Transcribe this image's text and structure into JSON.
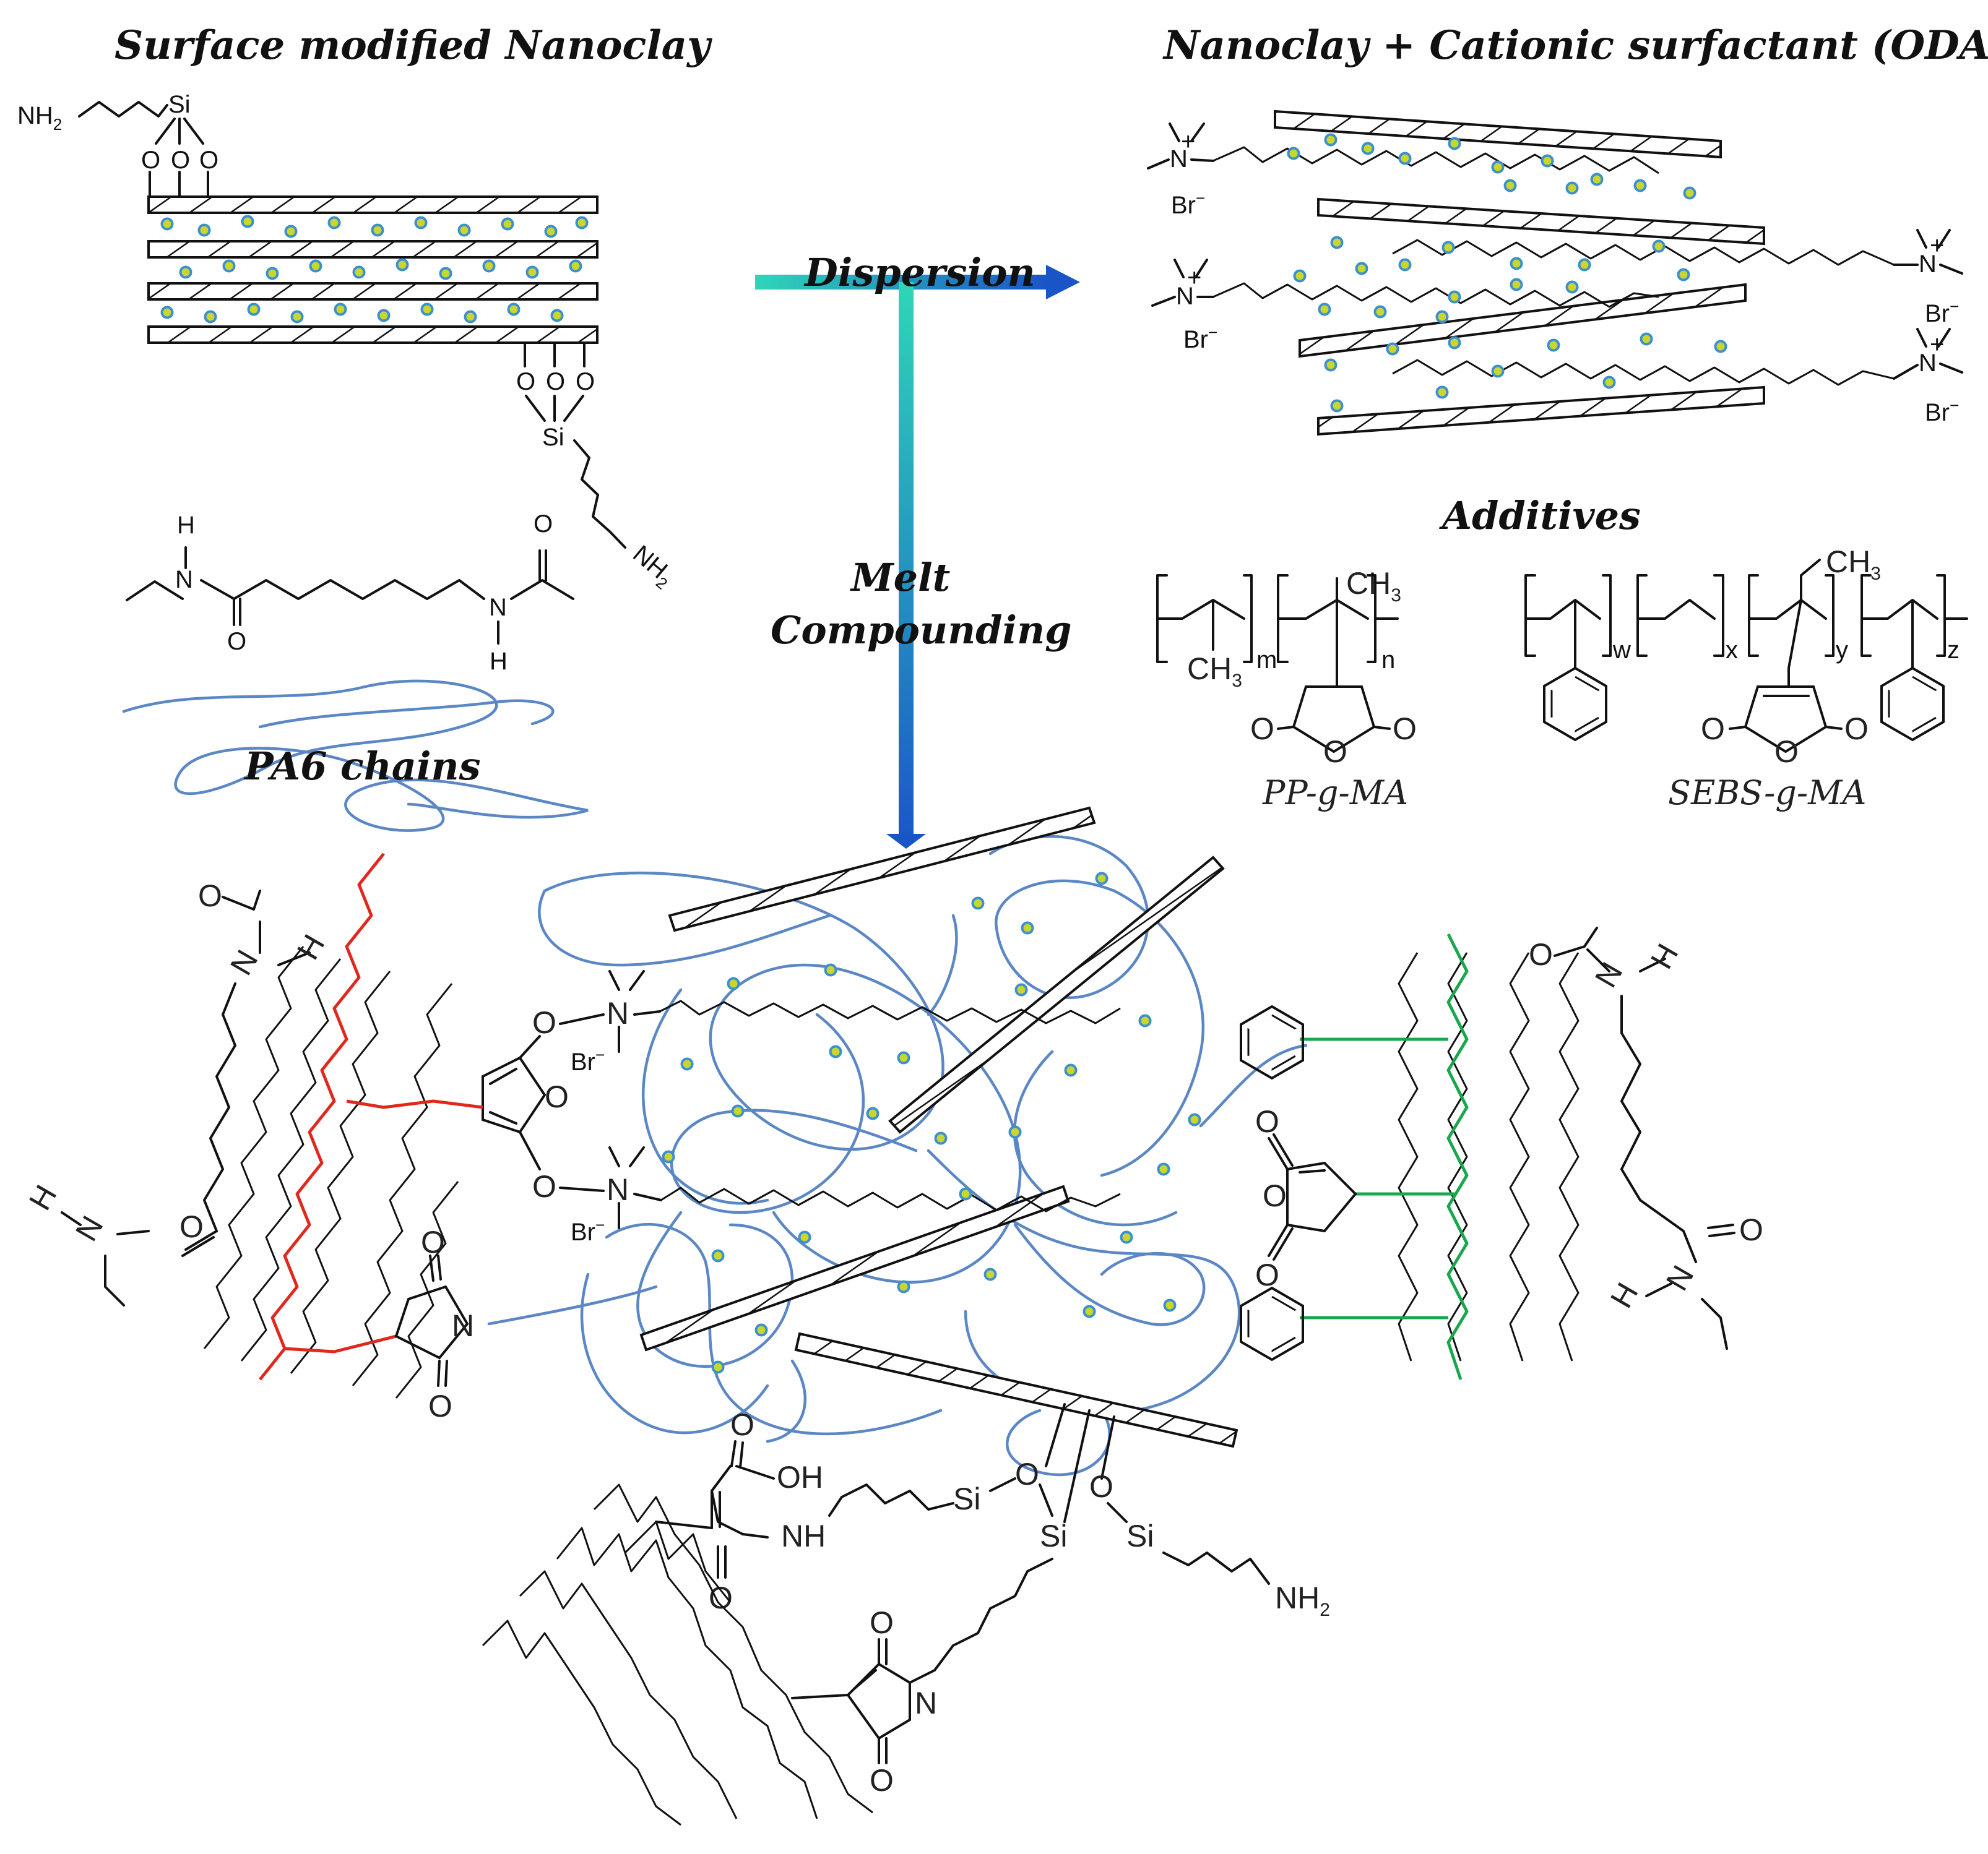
{
  "titles": {
    "surface_modified": "Surface modified Nanoclay",
    "cationic": "Nanoclay + Cationic surfactant (ODAB)",
    "additives": "Additives"
  },
  "process": {
    "dispersion": "Dispersion",
    "melt_line1": "Melt",
    "melt_line2": "Compounding"
  },
  "labels": {
    "pa6_chains": "PA6 chains",
    "pp_g_ma": "PP-g-MA",
    "sebs_g_ma": "SEBS-g-MA"
  },
  "atoms": {
    "si": "Si",
    "o": "O",
    "nh2": "NH",
    "sub2": "2",
    "n": "N",
    "h": "H",
    "br": "Br",
    "minus": "−",
    "plus": "+",
    "oh": "OH",
    "nh": "NH",
    "ch3": "CH",
    "sub3": "3",
    "m": "m",
    "n_sub": "n",
    "w": "w",
    "x": "x",
    "y": "y",
    "z": "z"
  },
  "colors": {
    "pa6_chain": "#5b87c5",
    "pp_chain": "#e0281d",
    "sebs_chain": "#1aa64c",
    "dot_fill": "#c8d62e",
    "dot_stroke": "#3c8fd0",
    "arrow_start": "#2fd6b8",
    "arrow_end": "#1a55c8"
  },
  "icons": [
    "clay-platelet-icon",
    "intercalant-dot-icon",
    "benzene-ring-icon",
    "anhydride-ring-icon"
  ]
}
